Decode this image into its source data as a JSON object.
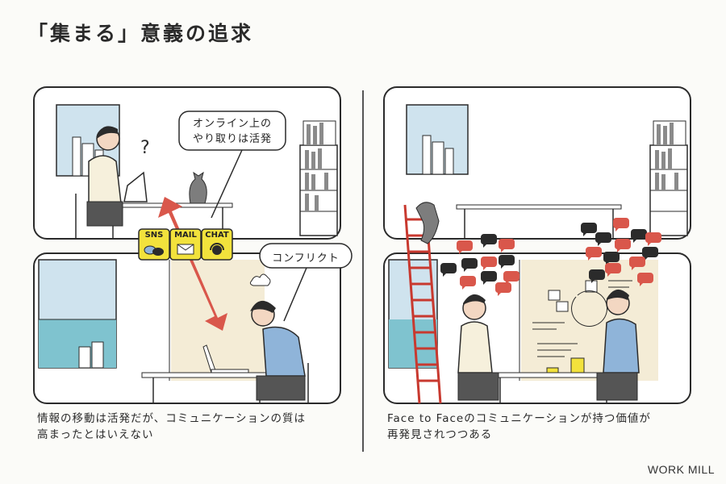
{
  "title": "「集まる」意義の追求",
  "left_panel": {
    "bubble_top_line1": "オンライン上の",
    "bubble_top_line2": "やり取りは活発",
    "bubble_conflict": "コンフリクト",
    "question_mark": "?",
    "badges": [
      {
        "label": "SNS",
        "icon": "chat-bubbles-icon"
      },
      {
        "label": "MAIL",
        "icon": "envelope-icon"
      },
      {
        "label": "CHAT",
        "icon": "headset-icon"
      }
    ],
    "caption_line1": "情報の移動は活発だが、コミュニケーションの質は",
    "caption_line2": "高まったとはいえない"
  },
  "right_panel": {
    "caption_line1": "Face to Faceのコミュニケーションが持つ価値が",
    "caption_line2": "再発見されつつある"
  },
  "brand": "WORK MILL",
  "colors": {
    "outline": "#2b2b2b",
    "sky": "#cfe3ee",
    "sea": "#7fc3cf",
    "wall": "#f4ecd6",
    "arrow": "#d9574b",
    "badge": "#f2e23c",
    "ladder": "#c8392f",
    "speech_red": "#d9574b",
    "speech_dark": "#2b2b2b",
    "shirt_blue": "#8fb4d9",
    "shirt_cream": "#f6f0dc"
  }
}
